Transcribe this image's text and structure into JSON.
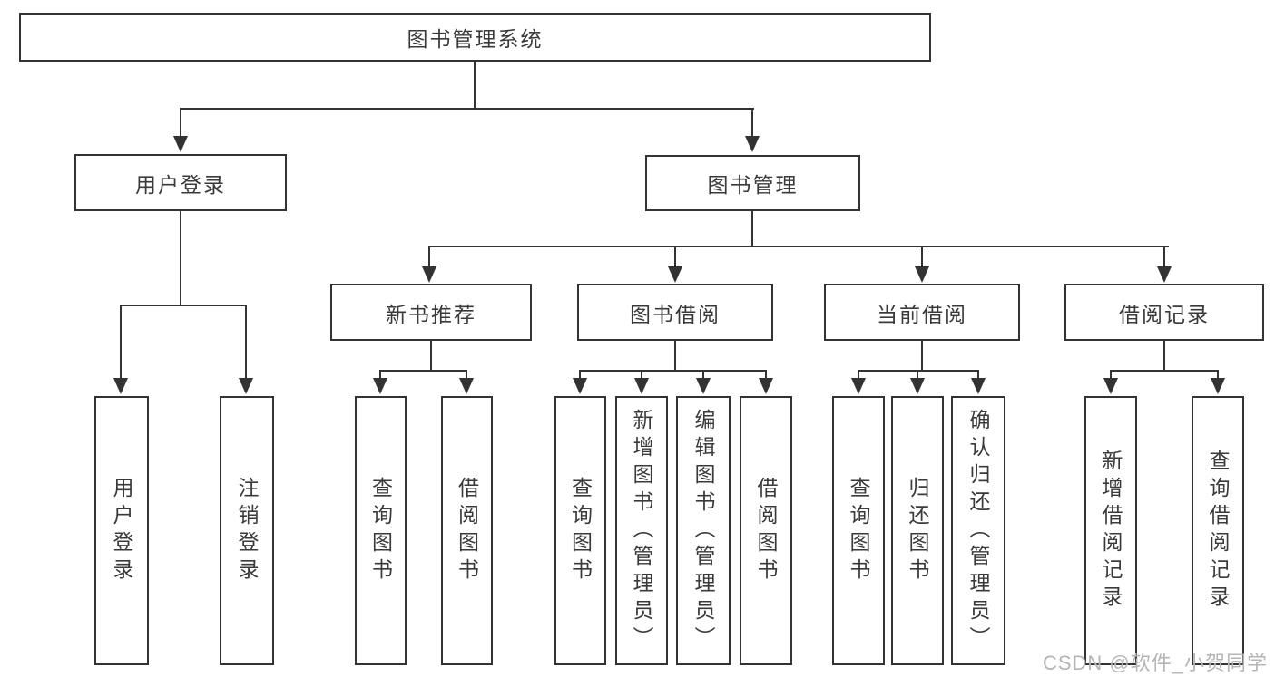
{
  "tree": {
    "root": "图书管理系统",
    "branches": [
      {
        "label": "用户登录",
        "leaves": [
          "用户登录",
          "注销登录"
        ]
      },
      {
        "label": "图书管理",
        "groups": [
          {
            "label": "新书推荐",
            "leaves": [
              "查询图书",
              "借阅图书"
            ]
          },
          {
            "label": "图书借阅",
            "leaves": [
              "查询图书",
              "新增图书（管理员）",
              "编辑图书（管理员）",
              "借阅图书"
            ]
          },
          {
            "label": "当前借阅",
            "leaves": [
              "查询图书",
              "归还图书",
              "确认归还（管理员）"
            ]
          },
          {
            "label": "借阅记录",
            "leaves": [
              "新增借阅记录",
              "查询借阅记录"
            ]
          }
        ]
      }
    ]
  },
  "watermark": "CSDN @软件_小贺同学",
  "colors": {
    "line": "#333333",
    "text": "#3a3a3a",
    "watermark": "#b5b5b5",
    "background": "#ffffff"
  }
}
